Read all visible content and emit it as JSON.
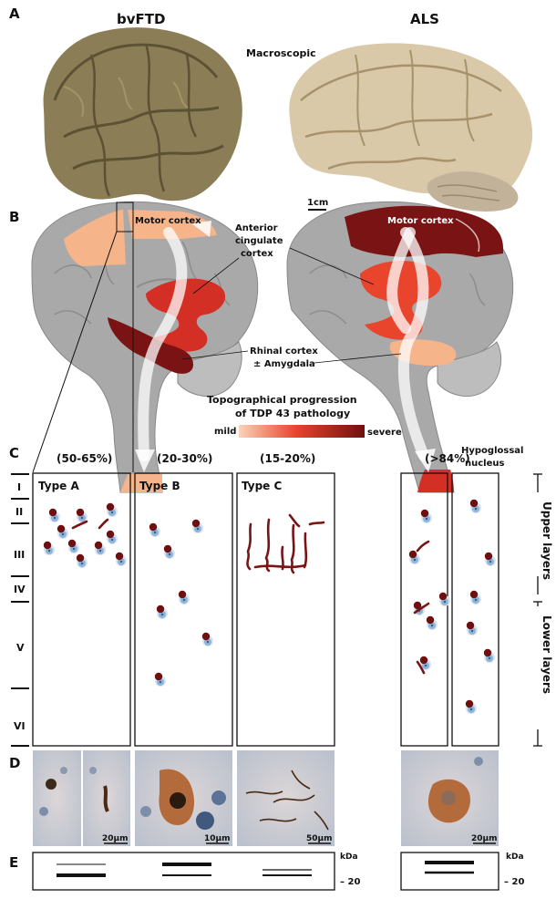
{
  "panels": {
    "a": "A",
    "b": "B",
    "c": "C",
    "d": "D",
    "e": "E"
  },
  "panel_a": {
    "title_left": "bvFTD",
    "title_right": "ALS",
    "center_label": "Macroscopic",
    "scale": "1cm"
  },
  "panel_b": {
    "motor_left": "Motor cortex",
    "motor_right": "Motor cortex",
    "acc_line1": "Anterior",
    "acc_line2": "cingulate",
    "acc_line3": "cortex",
    "rhinal_line1": "Rhinal cortex",
    "rhinal_line2": "± Amygdala",
    "legend_title1": "Topographical progression",
    "legend_title2": "of TDP 43 pathology",
    "legend_min": "mild",
    "legend_max": "severe",
    "hypo_line1": "Hypoglossal",
    "hypo_line2": "nucleus",
    "colors": {
      "mild": "#f6b48a",
      "mid": "#e8452c",
      "severe": "#7a1414",
      "brain": "#a9a9a9"
    }
  },
  "panel_c": {
    "pct": [
      "(50-65%)",
      "(20-30%)",
      "(15-20%)",
      "(>84%)"
    ],
    "types": [
      "Type A",
      "Type B",
      "Type C"
    ],
    "layers": [
      "I",
      "II",
      "III",
      "IV",
      "V",
      "VI"
    ],
    "upper": "Upper layers",
    "lower": "Lower layers"
  },
  "panel_d": {
    "scales": [
      "20µm",
      "10µm",
      "50µm",
      "20µm"
    ]
  },
  "panel_e": {
    "kda": "kDa",
    "marker": "– 20",
    "kda2": "kDa",
    "marker2": "– 20"
  }
}
